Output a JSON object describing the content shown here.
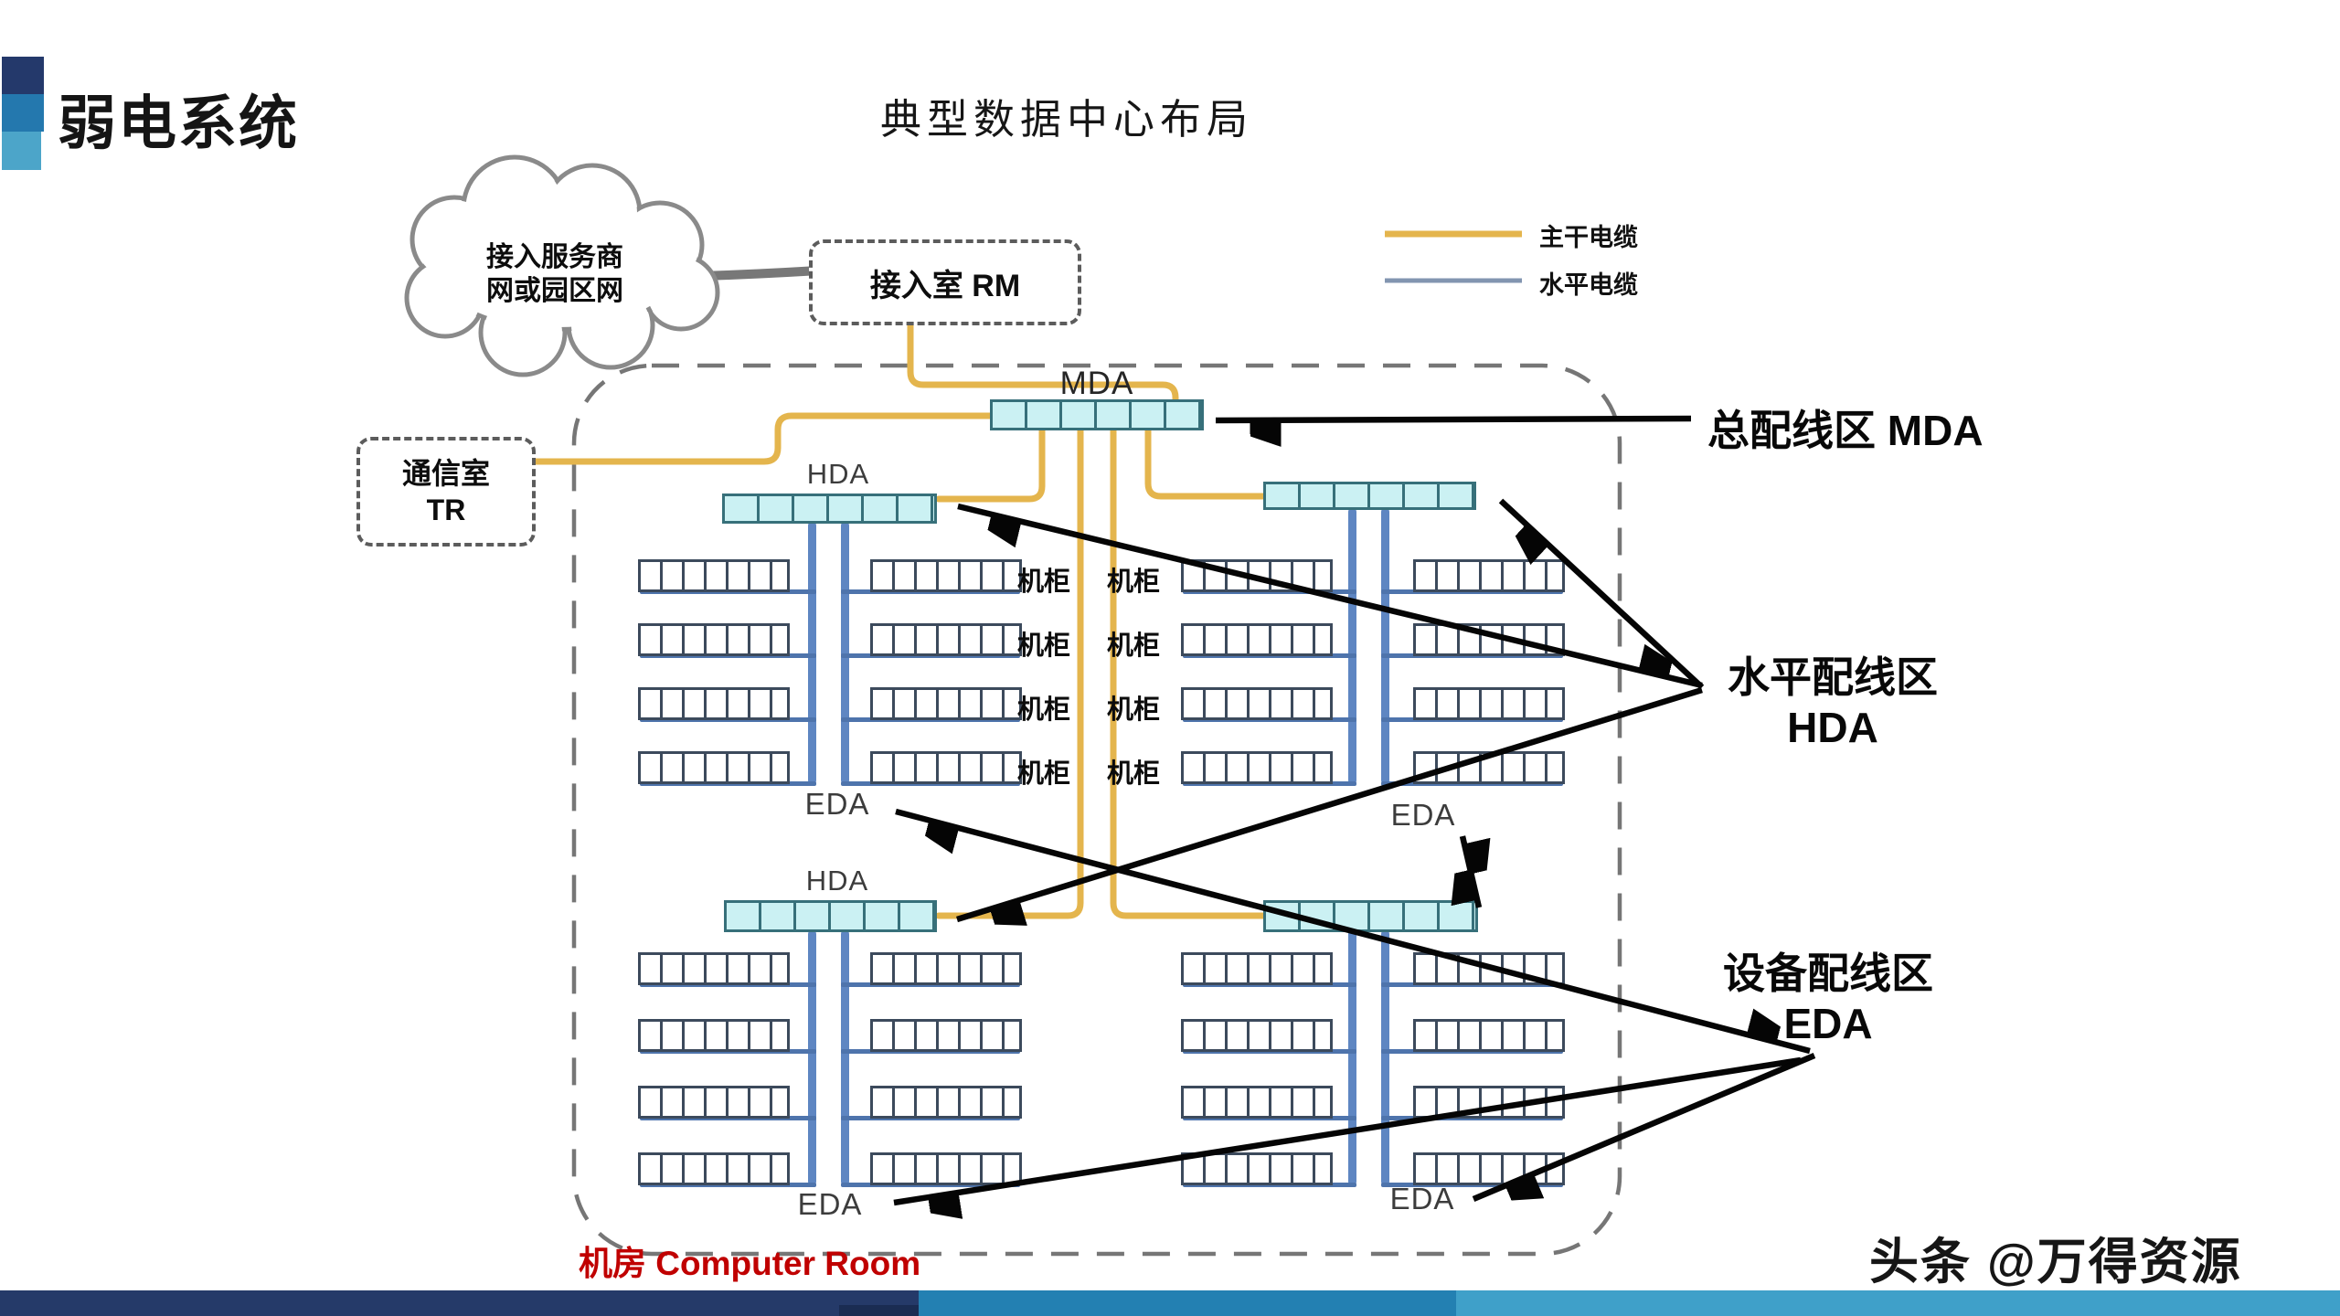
{
  "slide": {
    "title": "弱电系统",
    "subtitle": "典型数据中心布局"
  },
  "legend": {
    "backbone_label": "主干电缆",
    "horizontal_label": "水平电缆"
  },
  "nodes": {
    "cloud_line1": "接入服务商",
    "cloud_line2": "网或园区网",
    "access_room": "接入室 RM",
    "telecom_room_line1": "通信室",
    "telecom_room_line2": "TR"
  },
  "diagram": {
    "mda_label": "MDA",
    "hda_label": "HDA",
    "eda_label": "EDA",
    "rack_label": "机柜"
  },
  "callouts": {
    "mda": "总配线区 MDA",
    "hda_line1": "水平配线区",
    "hda_line2": "HDA",
    "eda_line1": "设备配线区",
    "eda_line2": "EDA"
  },
  "footer": {
    "room_caption": "机房 Computer Room",
    "watermark": "头条 @万得资源"
  },
  "colors": {
    "backbone_cable": "#E4B54D",
    "horizontal_cable_legend": "#8295B0",
    "trunk_cable": "#5E86C2",
    "row_cable": "#4E74AC",
    "panel_fill": "#CBF1F3",
    "panel_border": "#37707A",
    "room_caption_red": "#C00000",
    "footer_bar_navy": "#253A69",
    "footer_bar_blue": "#2380B2",
    "footer_bar_light": "#3FA0C9",
    "title_square_dark": "#24396B",
    "title_square_mid": "#2478AE",
    "title_square_light": "#4CA5C9"
  }
}
